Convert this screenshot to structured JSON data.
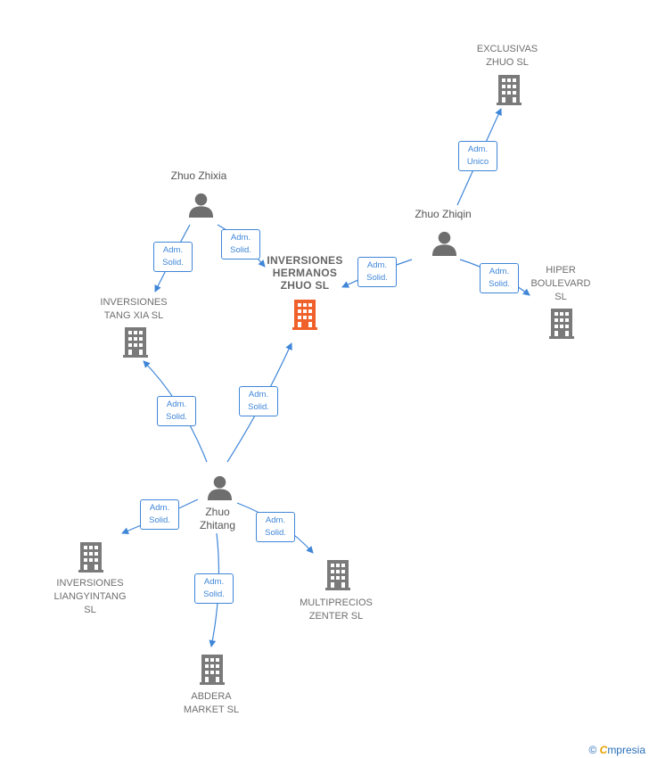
{
  "nodes": {
    "center": {
      "lines": [
        "INVERSIONES",
        "HERMANOS",
        "ZHUO  SL"
      ]
    },
    "exclusivas": {
      "lines": [
        "EXCLUSIVAS",
        "ZHUO SL"
      ]
    },
    "hiper": {
      "lines": [
        "HIPER",
        "BOULEVARD",
        "SL"
      ]
    },
    "tangxia": {
      "lines": [
        "INVERSIONES",
        "TANG XIA  SL"
      ]
    },
    "liangyintang": {
      "lines": [
        "INVERSIONES",
        "LIANGYINTANG",
        "SL"
      ]
    },
    "abdera": {
      "lines": [
        "ABDERA",
        "MARKET  SL"
      ]
    },
    "multiprecios": {
      "lines": [
        "MULTIPRECIOS",
        "ZENTER SL"
      ]
    }
  },
  "persons": {
    "zhixia": {
      "lines": [
        "Zhuo Zhixia"
      ]
    },
    "zhiqin": {
      "lines": [
        "Zhuo Zhiqin"
      ]
    },
    "zhitang": {
      "lines": [
        "Zhuo",
        "Zhitang"
      ]
    }
  },
  "edges": {
    "zhixia_tangxia": [
      "Adm.",
      "Solid."
    ],
    "zhixia_center": [
      "Adm.",
      "Solid."
    ],
    "zhiqin_center": [
      "Adm.",
      "Solid."
    ],
    "zhiqin_exclusivas": [
      "Adm.",
      "Unico"
    ],
    "zhiqin_hiper": [
      "Adm.",
      "Solid."
    ],
    "zhitang_tangxia": [
      "Adm.",
      "Solid."
    ],
    "zhitang_center": [
      "Adm.",
      "Solid."
    ],
    "zhitang_liangyintang": [
      "Adm.",
      "Solid."
    ],
    "zhitang_abdera": [
      "Adm.",
      "Solid."
    ],
    "zhitang_multiprecios": [
      "Adm.",
      "Solid."
    ]
  },
  "colors": {
    "edge": "#3f86d8",
    "building": "#7a7a7a",
    "building_center": "#f0602a",
    "person": "#6e6e6e"
  },
  "brand": {
    "symbol": "©",
    "initial": "C",
    "name": "mpresia"
  }
}
